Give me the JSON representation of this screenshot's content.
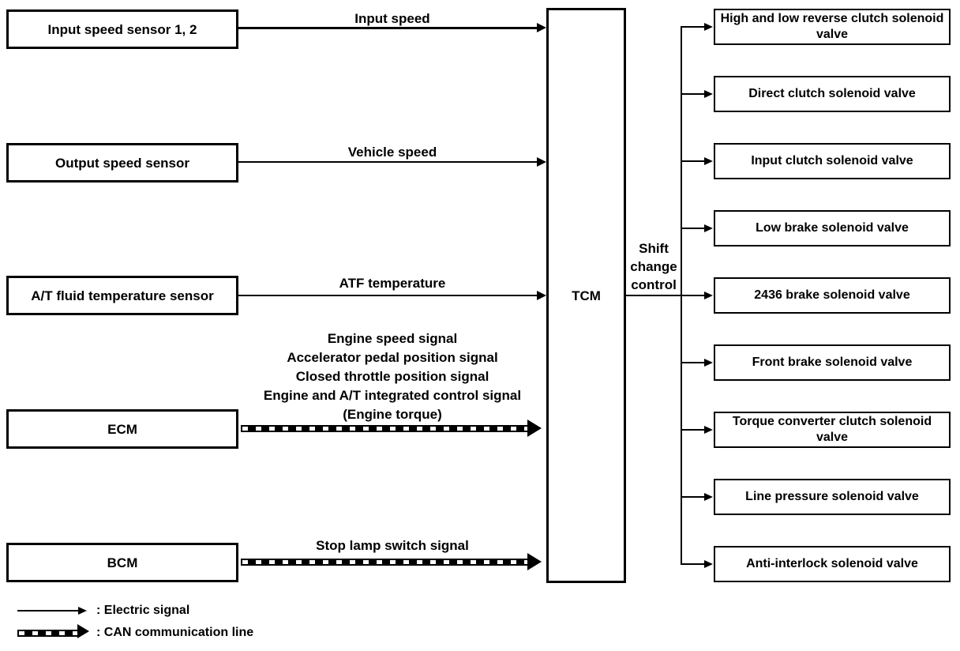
{
  "inputs": [
    {
      "label": "Input speed sensor 1, 2",
      "signal": "Input speed",
      "signal_type": "electric"
    },
    {
      "label": "Output speed sensor",
      "signal": "Vehicle speed",
      "signal_type": "electric"
    },
    {
      "label": "A/T fluid temperature sensor",
      "signal": "ATF temperature",
      "signal_type": "electric"
    },
    {
      "label": "ECM",
      "signal_lines": [
        "Engine speed signal",
        "Accelerator pedal position signal",
        "Closed throttle position signal",
        "Engine and A/T integrated control signal",
        "(Engine torque)"
      ],
      "signal_type": "can"
    },
    {
      "label": "BCM",
      "signal": "Stop lamp switch signal",
      "signal_type": "can"
    }
  ],
  "controller": {
    "label": "TCM"
  },
  "output_group": {
    "label": "Shift change control"
  },
  "outputs": [
    "High and low reverse clutch solenoid valve",
    "Direct clutch solenoid valve",
    "Input clutch solenoid valve",
    "Low brake solenoid valve",
    "2436 brake solenoid valve",
    "Front brake solenoid valve",
    "Torque converter clutch solenoid valve",
    "Line pressure solenoid valve",
    "Anti-interlock solenoid valve"
  ],
  "legend": [
    {
      "label": ": Electric signal",
      "type": "electric"
    },
    {
      "label": ": CAN communication line",
      "type": "can"
    }
  ],
  "colors": {
    "line": "#000000",
    "background": "#ffffff"
  }
}
